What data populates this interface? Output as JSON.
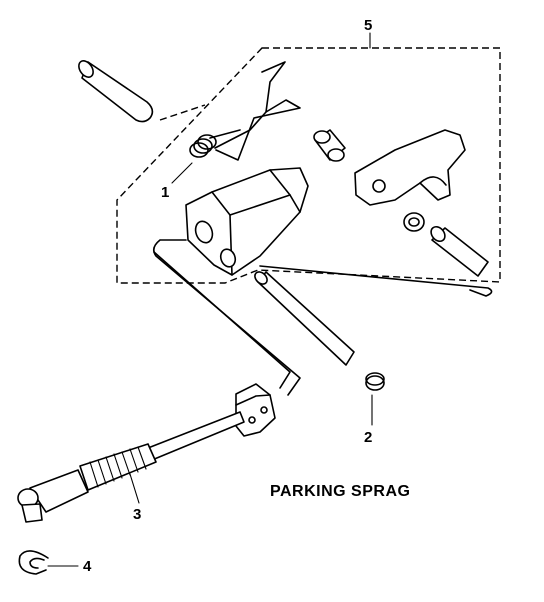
{
  "diagram": {
    "title": "PARKING SPRAG",
    "callouts": {
      "c1": "1",
      "c2": "2",
      "c3": "3",
      "c4": "4",
      "c5": "5"
    }
  }
}
